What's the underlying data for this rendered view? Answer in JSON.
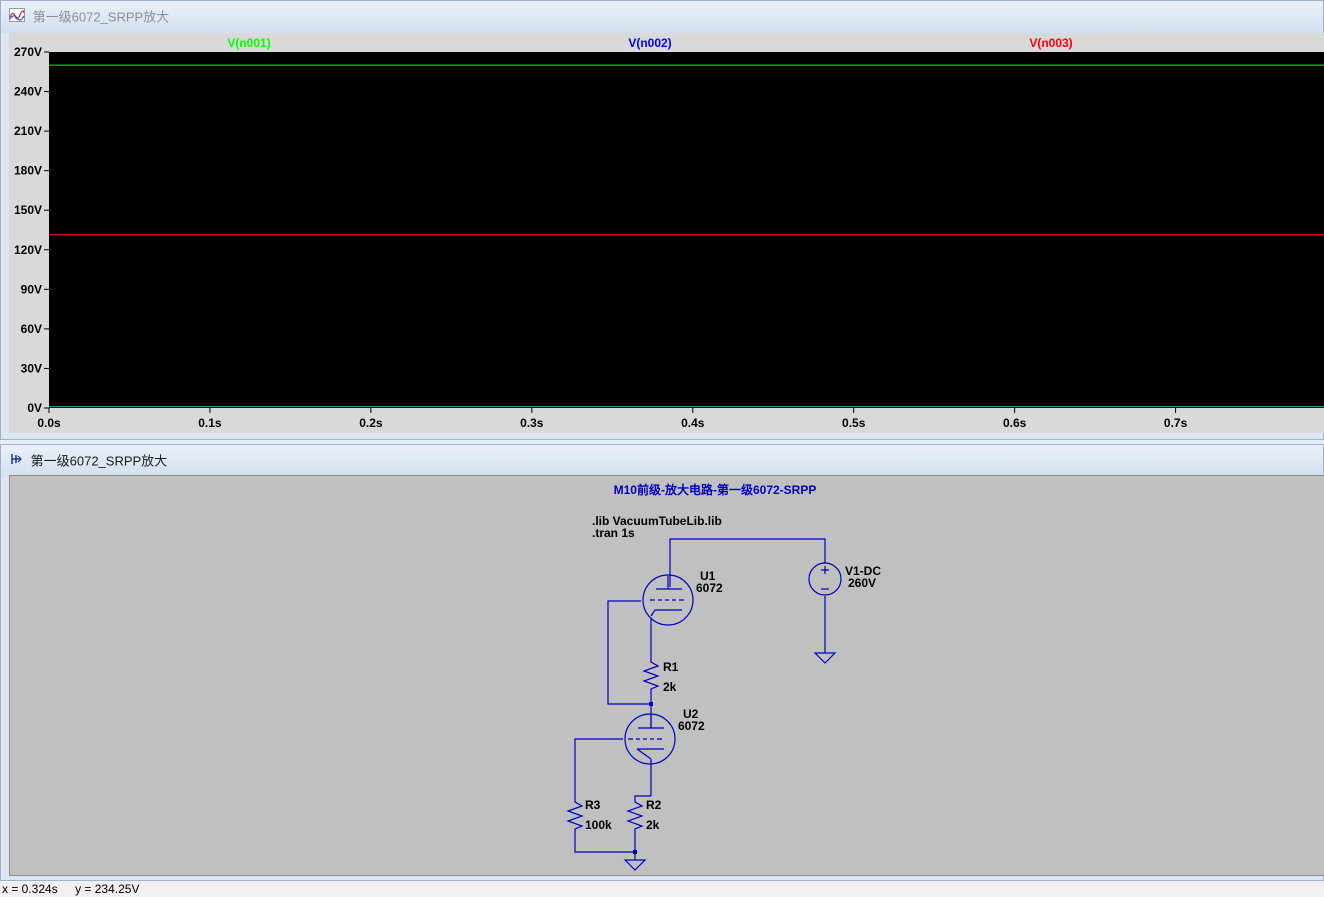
{
  "waveform_window": {
    "title": "第一级6072_SRPP放大",
    "icon": "waveform-icon"
  },
  "schematic_window": {
    "title": "第一级6072_SRPP放大",
    "icon": "schematic-icon"
  },
  "chart_data": {
    "type": "line",
    "xlim": [
      0,
      0.8
    ],
    "ylim": [
      0,
      270
    ],
    "x_ticks": [
      "0.0s",
      "0.1s",
      "0.2s",
      "0.3s",
      "0.4s",
      "0.5s",
      "0.6s",
      "0.7s"
    ],
    "y_ticks": [
      "0V",
      "30V",
      "60V",
      "90V",
      "120V",
      "150V",
      "180V",
      "210V",
      "240V",
      "270V"
    ],
    "y_tick_values": [
      0,
      30,
      60,
      90,
      120,
      150,
      180,
      210,
      240,
      270
    ],
    "grid": false,
    "legend_placement": "top",
    "series": [
      {
        "name": "V(n001)",
        "color": "#00ff00",
        "x": [
          0,
          0.8
        ],
        "y": [
          260,
          260
        ]
      },
      {
        "name": "V(n002)",
        "color": "#0000ff",
        "x": [
          0,
          0.8
        ],
        "y": [
          131.5,
          131.5
        ]
      },
      {
        "name": "V(n003)",
        "color": "#ff0000",
        "x": [
          0,
          0.8
        ],
        "y": [
          131.5,
          131.5
        ]
      }
    ]
  },
  "schematic": {
    "title": "M10前级-放大电路-第一级6072-SRPP",
    "directive_lib": ".lib VacuumTubeLib.lib",
    "directive_tran": ".tran 1s",
    "u1_name": "U1",
    "u1_value": "6072",
    "u2_name": "U2",
    "u2_value": "6072",
    "r1_name": "R1",
    "r1_value": "2k",
    "r2_name": "R2",
    "r2_value": "2k",
    "r3_name": "R3",
    "r3_value": "100k",
    "v1_name": "V1-DC",
    "v1_value": "260V",
    "wire_color": "#0000c0",
    "label_color": "#000000",
    "title_color": "#0000c0"
  },
  "status_bar": {
    "x_readout": "x = 0.324s",
    "y_readout": "y = 234.25V"
  }
}
